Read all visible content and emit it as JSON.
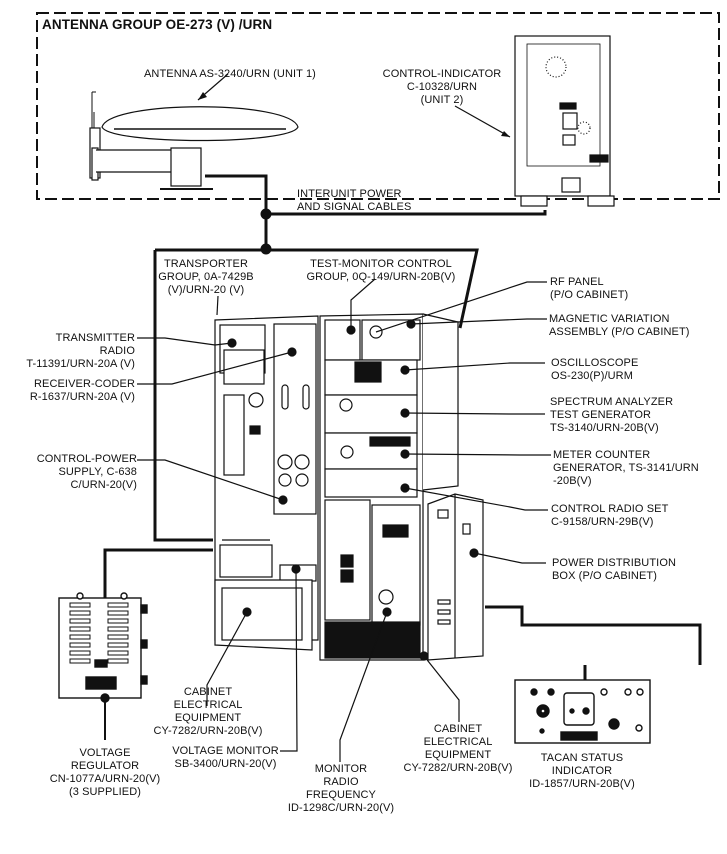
{
  "title": "ANTENNA GROUP OE-273 (V) /URN",
  "labels": {
    "antenna": "ANTENNA AS-3240/URN (UNIT 1)",
    "control_indicator": [
      "CONTROL-INDICATOR",
      "C-10328/URN",
      "(UNIT 2)"
    ],
    "interunit": [
      "INTERUNIT POWER",
      "AND SIGNAL CABLES"
    ],
    "transporter": [
      "TRANSPORTER",
      "GROUP, 0A-7429B",
      "(V)/URN-20 (V)"
    ],
    "test_monitor": [
      "TEST-MONITOR CONTROL",
      "GROUP, 0Q-149/URN-20B(V)"
    ],
    "transmitter": [
      "TRANSMITTER",
      "RADIO",
      "T-11391/URN-20A (V)"
    ],
    "receiver": [
      "RECEIVER-CODER",
      "R-1637/URN-20A (V)"
    ],
    "control_power": [
      "CONTROL-POWER",
      "SUPPLY, C-638",
      "C/URN-20(V)"
    ],
    "rf_panel": [
      "RF PANEL",
      "(P/O CABINET)"
    ],
    "mag_var": [
      "MAGNETIC VARIATION",
      "ASSEMBLY (P/O CABINET)"
    ],
    "oscilloscope": [
      "OSCILLOSCOPE",
      "OS-230(P)/URM"
    ],
    "spectrum": [
      "SPECTRUM ANALYZER",
      "TEST GENERATOR",
      "TS-3140/URN-20B(V)"
    ],
    "meter": [
      "METER COUNTER",
      "GENERATOR, TS-3141/URN",
      "-20B(V)"
    ],
    "control_radio": [
      "CONTROL RADIO SET",
      "C-9158/URN-29B(V)"
    ],
    "power_dist": [
      "POWER DISTRIBUTION",
      "BOX (P/O CABINET)"
    ],
    "cabinet_left": [
      "CABINET",
      "ELECTRICAL",
      "EQUIPMENT",
      "CY-7282/URN-20B(V)"
    ],
    "voltage_monitor": [
      "VOLTAGE MONITOR",
      "SB-3400/URN-20(V)"
    ],
    "monitor_rf": [
      "MONITOR",
      "RADIO",
      "FREQUENCY",
      "ID-1298C/URN-20(V)"
    ],
    "cabinet_right": [
      "CABINET",
      "ELECTRICAL",
      "EQUIPMENT",
      "CY-7282/URN-20B(V)"
    ],
    "voltage_regulator": [
      "VOLTAGE",
      "REGULATOR",
      "CN-1077A/URN-20(V)",
      "(3 SUPPLIED)"
    ],
    "tacan": [
      "TACAN STATUS",
      "INDICATOR",
      "ID-1857/URN-20B(V)"
    ]
  }
}
